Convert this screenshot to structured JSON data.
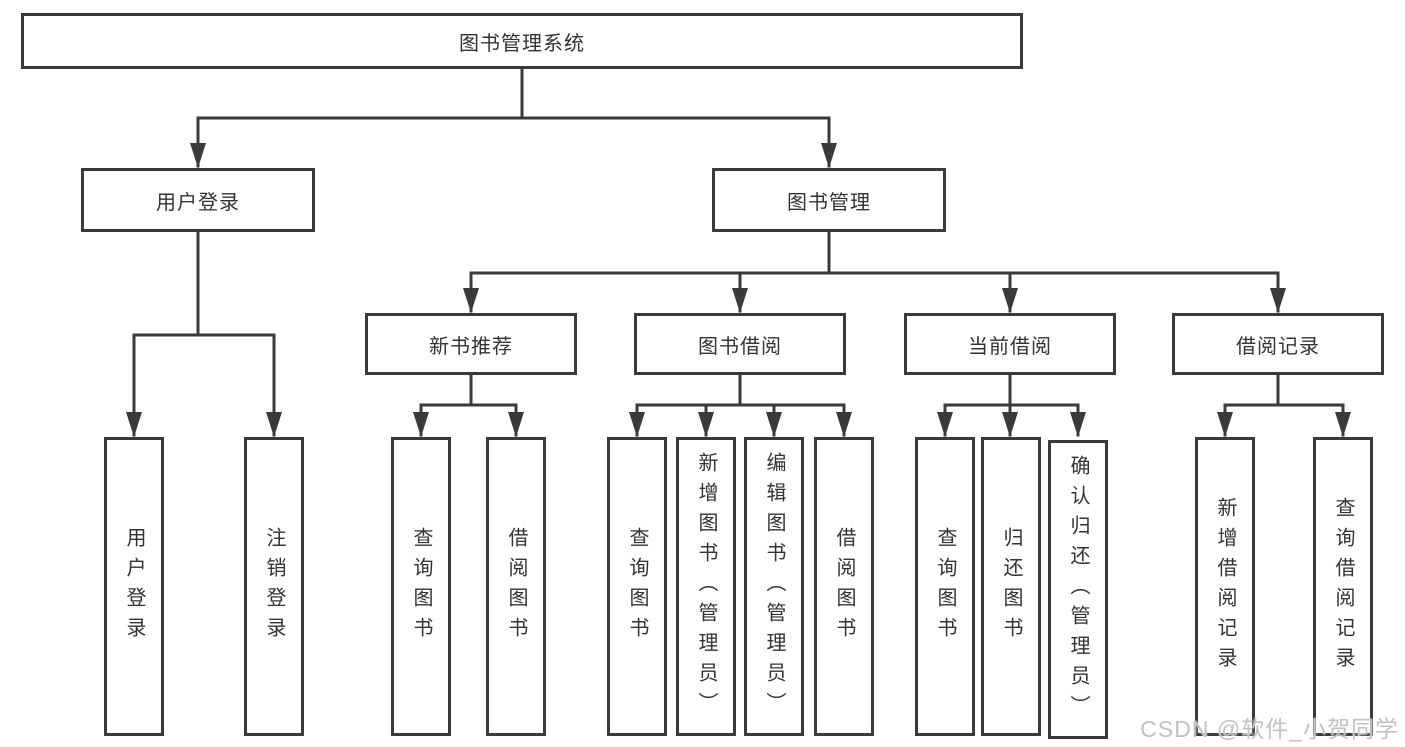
{
  "diagram": {
    "root": "图书管理系统",
    "level2": {
      "user_login": "用户登录",
      "book_mgmt": "图书管理"
    },
    "level3": {
      "new_book": "新书推荐",
      "book_borrow": "图书借阅",
      "current_borrow": "当前借阅",
      "borrow_record": "借阅记录"
    },
    "leaves": {
      "user_login": [
        "用户登录",
        "注销登录"
      ],
      "new_book": [
        "查询图书",
        "借阅图书"
      ],
      "book_borrow": [
        "查询图书",
        "新增图书（管理员）",
        "编辑图书（管理员）",
        "借阅图书"
      ],
      "current_borrow": [
        "查询图书",
        "归还图书",
        "确认归还（管理员）"
      ],
      "borrow_record": [
        "新增借阅记录",
        "查询借阅记录"
      ]
    }
  },
  "watermark": "CSDN @软件_小贺同学",
  "colors": {
    "line": "#3a3a3a",
    "text": "#333333",
    "watermark": "#c2c2c2",
    "background": "#ffffff"
  }
}
